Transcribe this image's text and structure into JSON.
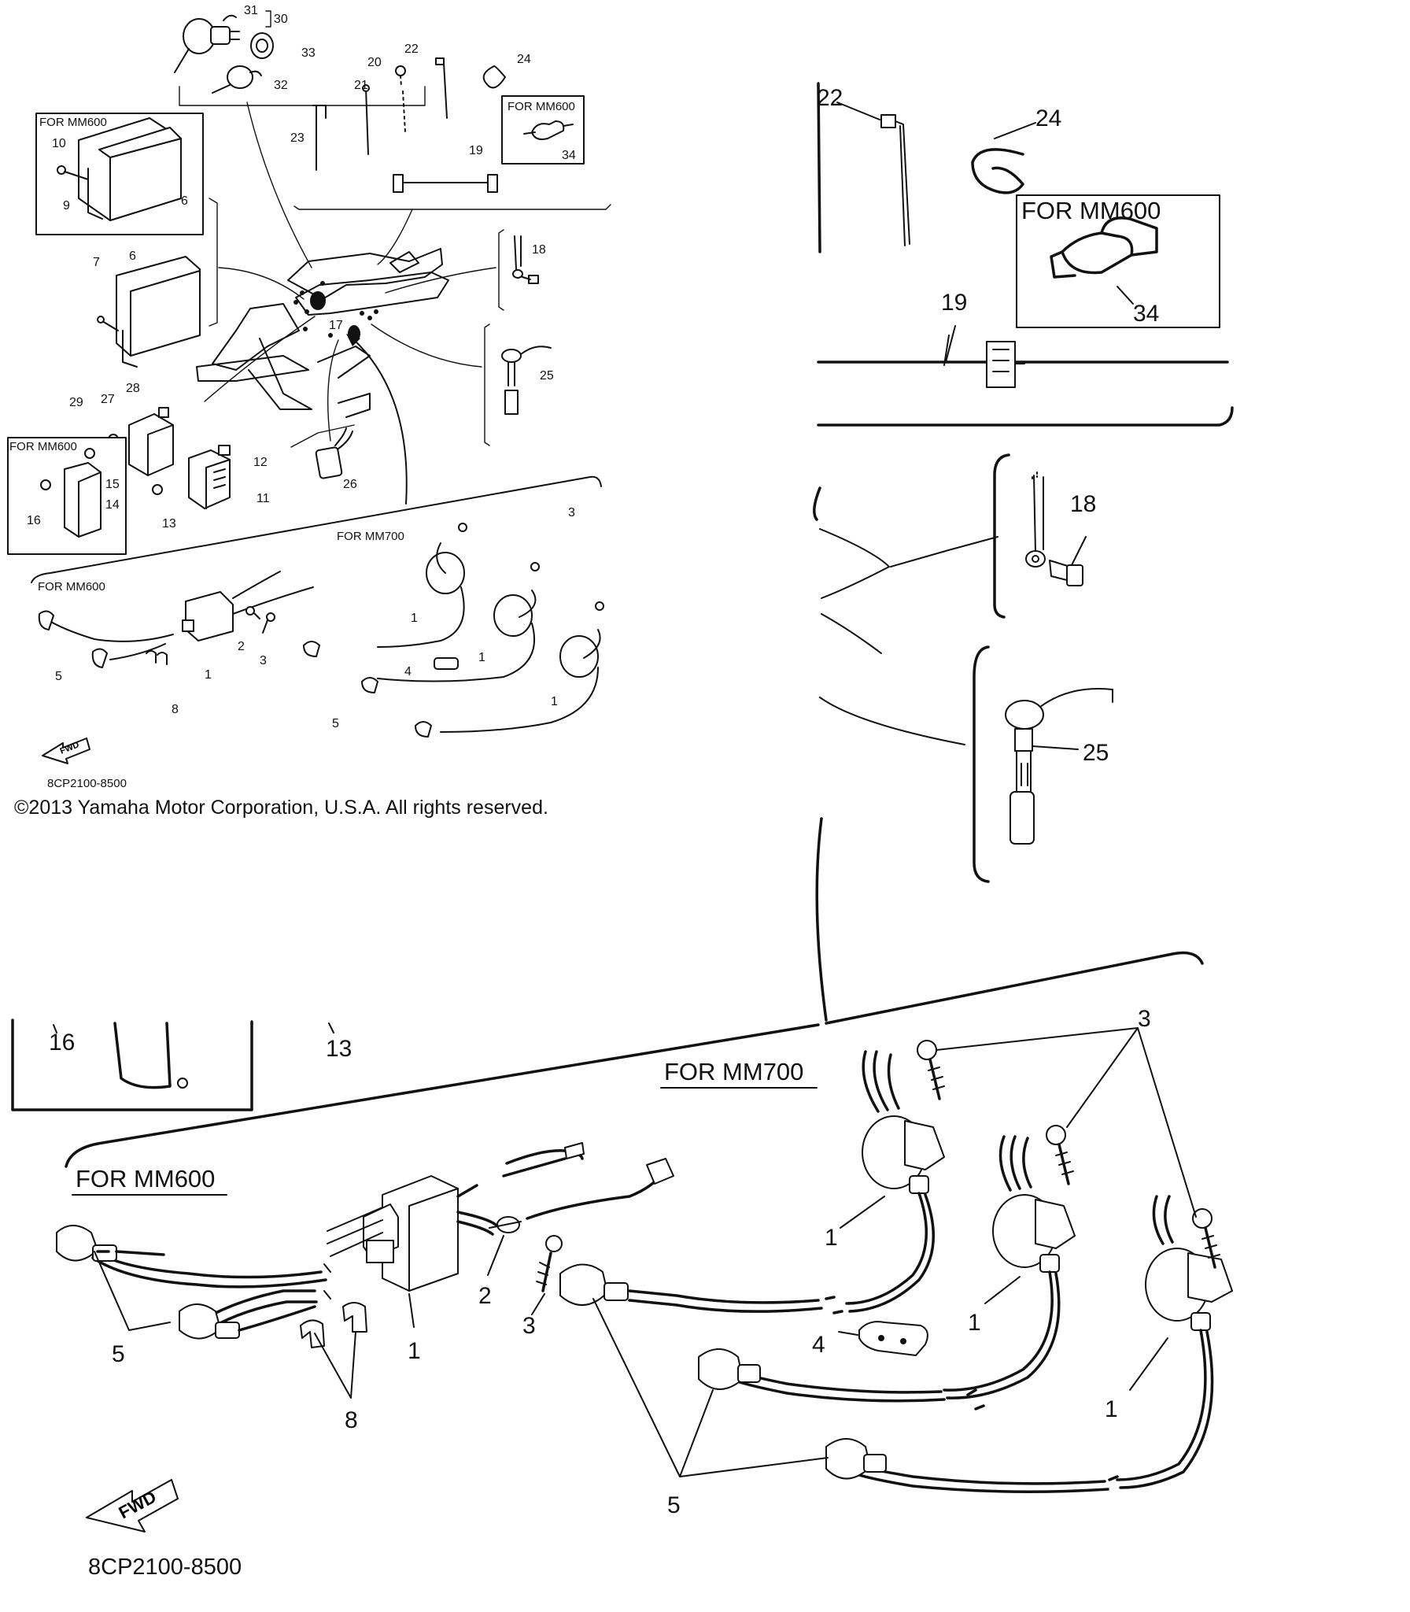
{
  "document": {
    "copyright": "©2013 Yamaha Motor Corporation, U.S.A. All rights reserved.",
    "diagram_code": "8CP2100-8500",
    "fwd_label": "FWD"
  },
  "variants": {
    "mm600": "FOR MM600",
    "mm700": "FOR MM700"
  },
  "parts": {
    "p1": "1",
    "p2": "2",
    "p3": "3",
    "p4": "4",
    "p5": "5",
    "p6": "6",
    "p7": "7",
    "p8": "8",
    "p9": "9",
    "p10": "10",
    "p11": "11",
    "p12": "12",
    "p13": "13",
    "p14": "14",
    "p15": "15",
    "p16": "16",
    "p17": "17",
    "p18": "18",
    "p19": "19",
    "p20": "20",
    "p21": "21",
    "p22": "22",
    "p23": "23",
    "p24": "24",
    "p25": "25",
    "p26": "26",
    "p27": "27",
    "p28": "28",
    "p29": "29",
    "p30": "30",
    "p31": "31",
    "p32": "32",
    "p33": "33",
    "p34": "34"
  }
}
